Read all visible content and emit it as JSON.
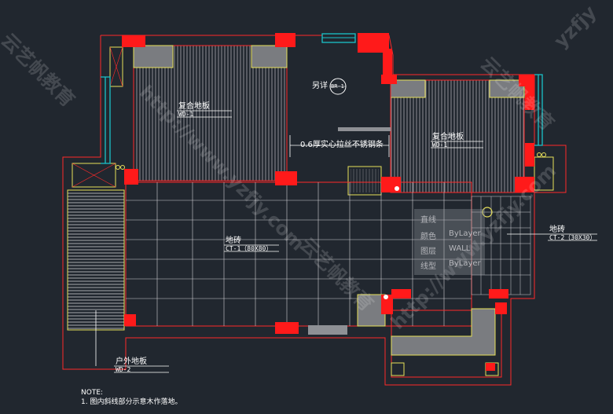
{
  "rooms": {
    "wood_left": {
      "name": "复合地板",
      "code": "WD-1"
    },
    "wood_right": {
      "name": "复合地板",
      "code": "WD-1"
    },
    "tile_main": {
      "name": "地砖",
      "code": "CT-1（80X80）"
    },
    "tile_side": {
      "name": "地砖",
      "code": "CT-2（30X30）"
    },
    "outdoor": {
      "name": "户外地板",
      "code": "WD-2"
    }
  },
  "annotations": {
    "detail_prefix": "另详",
    "detail_tag": "BR-1",
    "steel_strip": "0.6厚实心拉丝不锈钢条"
  },
  "tooltip": {
    "type": "直线",
    "rows": [
      {
        "key": "颜色",
        "value": "ByLayer"
      },
      {
        "key": "图层",
        "value": "WALL"
      },
      {
        "key": "线型",
        "value": "ByLayer"
      }
    ]
  },
  "notes": {
    "title": "NOTE:",
    "line1": "1. 图内斜线部分示意木作落地。"
  },
  "watermarks": [
    "云艺帆教育",
    "http://www.yzfjy.com",
    "yzfjy"
  ],
  "colors": {
    "background": "#21272f",
    "wall": "#ff1a1a",
    "outline": "#ff2a2a",
    "hatch": "#9a9aa0",
    "cyan": "#19c2c9",
    "yellow": "#e8e05a"
  }
}
